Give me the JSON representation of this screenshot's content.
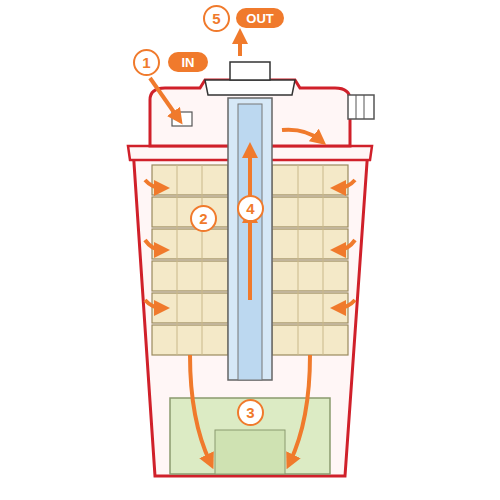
{
  "diagram": {
    "nodes": [
      {
        "text": [
          "1"
        ]
      },
      {
        "text": [
          "IN"
        ]
      },
      {
        "text": [
          "5"
        ]
      },
      {
        "text": [
          "OUT"
        ]
      },
      {
        "text": [
          "2"
        ]
      },
      {
        "text": [
          "4"
        ]
      },
      {
        "text": [
          "3"
        ]
      }
    ]
  }
}
